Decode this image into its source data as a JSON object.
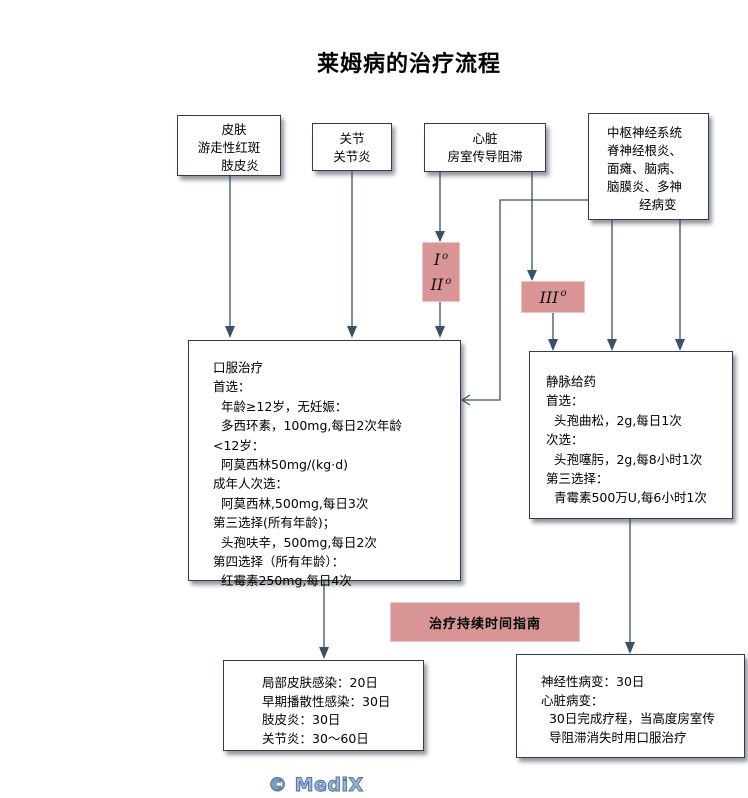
{
  "title": "莱姆病的治疗流程",
  "symptom_boxes": {
    "skin": {
      "lines": [
        "皮肤",
        "游走性红斑",
        "肢皮炎"
      ]
    },
    "joint": {
      "lines": [
        "关节",
        "关节炎"
      ]
    },
    "heart": {
      "lines": [
        "心脏",
        "房室传导阻滞"
      ]
    },
    "cns": {
      "lines": [
        "中枢神经系统",
        "脊神经根炎、",
        "面瘫、脑病、",
        "脑膜炎、多神",
        "经病变"
      ]
    }
  },
  "block_degrees": {
    "low": {
      "items": [
        {
          "roman": "I",
          "mark": "o"
        },
        {
          "roman": "II",
          "mark": "o"
        }
      ]
    },
    "high": {
      "items": [
        {
          "roman": "III",
          "mark": "o"
        }
      ]
    }
  },
  "oral_treatment": {
    "lines": [
      "口服治疗",
      "首选：",
      "  年龄≥12岁，无妊娠：",
      "  多西环素，100mg,每日2次年龄",
      "<12岁：",
      "  阿莫西林50mg/(kg·d)",
      "成年人次选：",
      "  阿莫西林,500mg,每日3次",
      "第三选择(所有年龄)；",
      "  头孢呋辛，500mg,每日2次",
      "第四选择（所有年龄）：",
      "  红霉素250mg,每日4次"
    ]
  },
  "iv_treatment": {
    "lines": [
      "静脉给药",
      "首选：",
      "  头孢曲松，2g,每日1次",
      "次选：",
      "  头孢噻肟，2g,每8小时1次",
      "第三选择：",
      "  青霉素500万U,每6小时1次"
    ]
  },
  "duration_guide": {
    "label": "治疗持续时间指南"
  },
  "oral_duration": {
    "lines": [
      "局部皮肤感染：20日",
      "早期播散性感染：30日",
      "肢皮炎：30日",
      "关节炎：30～60日"
    ]
  },
  "iv_duration": {
    "lines": [
      "神经性病变：30日",
      "心脏病变：",
      "  30日完成疗程，当高度房室传",
      "  导阻滞消失时用口服治疗"
    ]
  },
  "watermark": "© MediX",
  "colors": {
    "connector": "#3b5166",
    "badge": "#d99595",
    "border": "#2f3e4d"
  }
}
